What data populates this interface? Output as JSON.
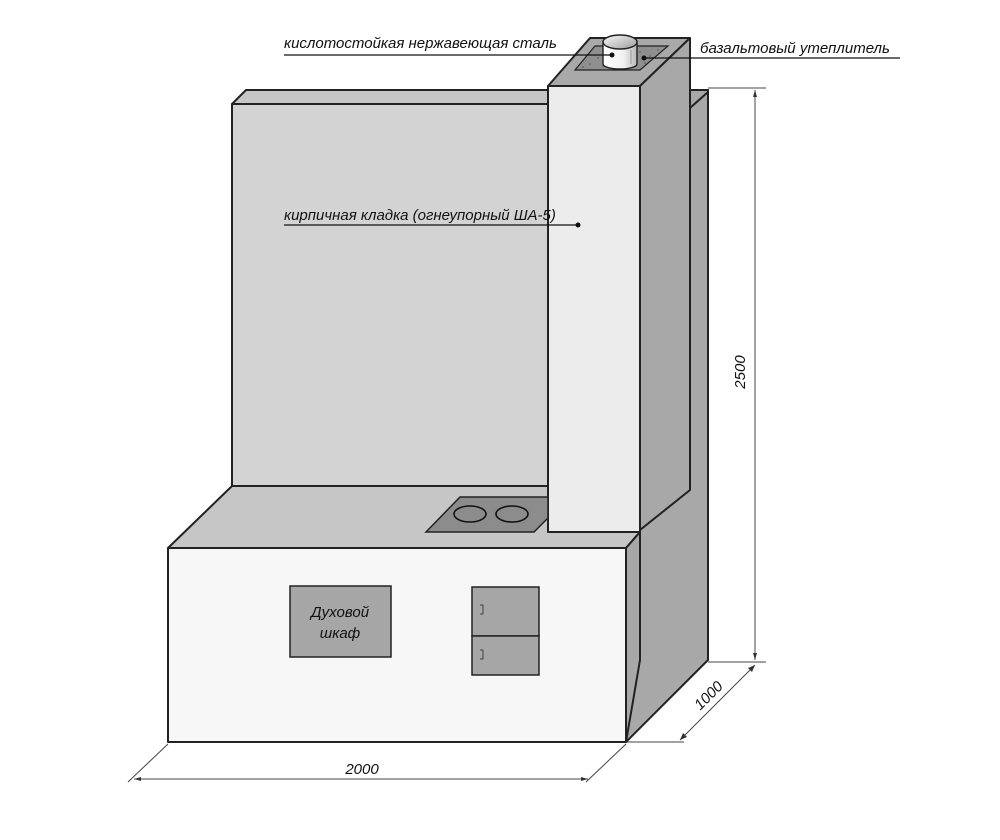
{
  "diagram": {
    "type": "isometric-stove-drawing",
    "colors": {
      "background": "#ffffff",
      "front_face": "#f7f7f7",
      "top_face": "#c6c6c6",
      "side_face": "#a8a8a8",
      "back_wall": "#d3d3d3",
      "chimney_front": "#ececec",
      "panel": "#a6a6a6",
      "hob": "#8c8c8c",
      "outline": "#222222"
    },
    "labels": {
      "pipe": "кислотостойкая нержавеющая сталь",
      "insulation": "базальтовый утеплитель",
      "brick": "кирпичная кладка (огнеупорный ША-5)",
      "oven_line1": "Духовой",
      "oven_line2": "шкаф"
    },
    "dimensions": {
      "width": "2000",
      "depth": "1000",
      "height": "2500"
    },
    "components": [
      {
        "name": "back-wall",
        "icon": "wall-shape"
      },
      {
        "name": "chimney",
        "icon": "chimney-shape"
      },
      {
        "name": "stainless-pipe",
        "icon": "cylinder-shape"
      },
      {
        "name": "basalt-insulation",
        "icon": "dotted-square"
      },
      {
        "name": "cooktop",
        "icon": "hob-two-burners"
      },
      {
        "name": "oven",
        "icon": "panel-rect"
      },
      {
        "name": "drawers",
        "icon": "two-doors"
      }
    ]
  }
}
